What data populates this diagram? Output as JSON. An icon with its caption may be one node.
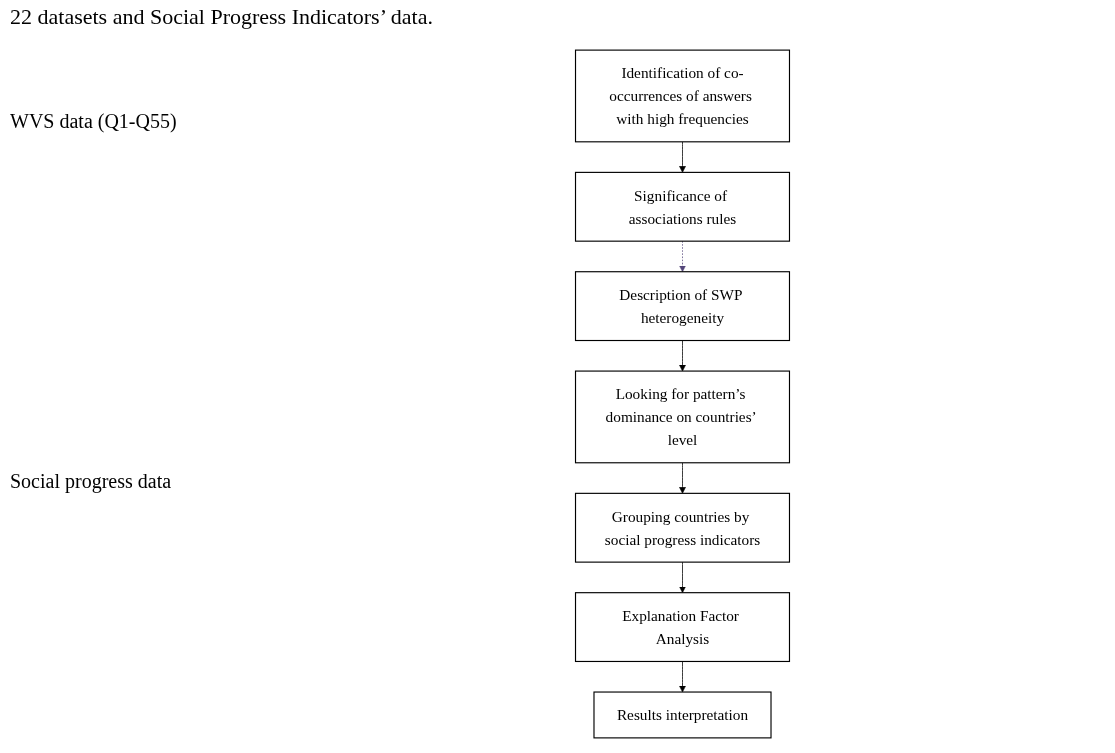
{
  "diagram": {
    "nodes": [
      {
        "text": [
          "Identification of co-occurrences of answers with high frequencies"
        ]
      },
      {
        "text": [
          "Significance of associations rules"
        ]
      },
      {
        "text": [
          "Description of SWP heterogeneity"
        ]
      },
      {
        "text": [
          "Looking for pattern’s dominance on countries’ level"
        ]
      },
      {
        "text": [
          "Grouping countries by social progress indicators"
        ]
      },
      {
        "text": [
          "Explanation Factor Analysis"
        ]
      },
      {
        "text": [
          "Results interpretation"
        ]
      }
    ],
    "edges": [
      {
        "from": 0,
        "to": 1,
        "arrow": "to"
      },
      {
        "from": 1,
        "to": 2,
        "arrow": "to",
        "style": "dashed",
        "color": "#54477a"
      },
      {
        "from": 2,
        "to": 3,
        "arrow": "to"
      },
      {
        "from": 3,
        "to": 4,
        "arrow": "to"
      },
      {
        "from": 4,
        "to": 5,
        "arrow": "to"
      },
      {
        "from": 5,
        "to": 6,
        "arrow": "to"
      }
    ],
    "labels": [
      "22 datasets and Social Progress Indicators’ data.",
      "WVS data (Q1-Q55)",
      "Social progress data"
    ]
  }
}
